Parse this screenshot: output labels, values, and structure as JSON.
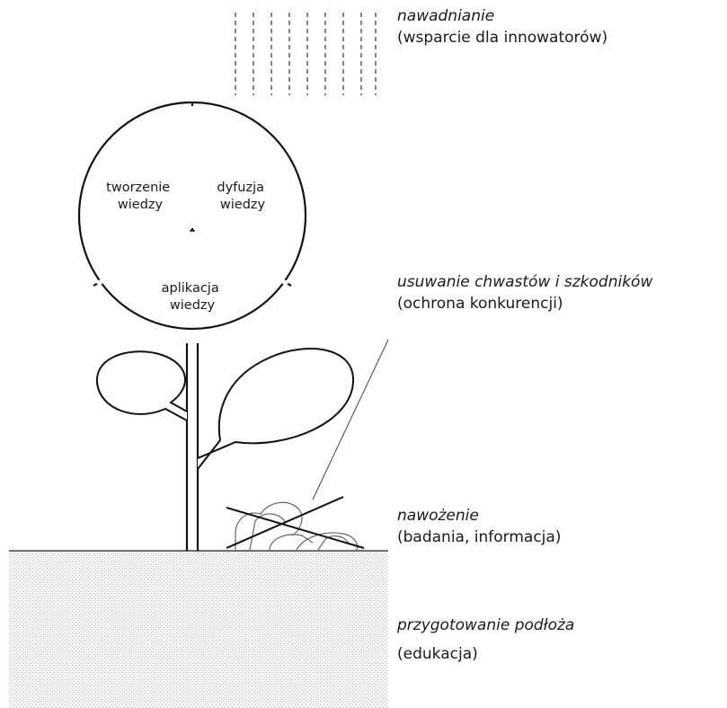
{
  "flower_segments": {
    "knowledge_creation": [
      "tworzenie",
      "wiedzy"
    ],
    "knowledge_diffusion": [
      "dyfuzja",
      "wiedzy"
    ],
    "knowledge_application": [
      "aplikacja",
      "wiedzy"
    ]
  },
  "labels": {
    "watering": {
      "title": "nawadnianie",
      "subtitle": "(wsparcie dla innowatorów)"
    },
    "weeding": {
      "title": "usuwanie chwastów i szkodników",
      "subtitle": "(ochrona konkurencji)"
    },
    "fertilizing": {
      "title": "nawożenie",
      "subtitle": "(badania, informacja)"
    },
    "soil_preparation": {
      "title": "przygotowanie podłoża",
      "subtitle": "(edukacja)"
    }
  }
}
